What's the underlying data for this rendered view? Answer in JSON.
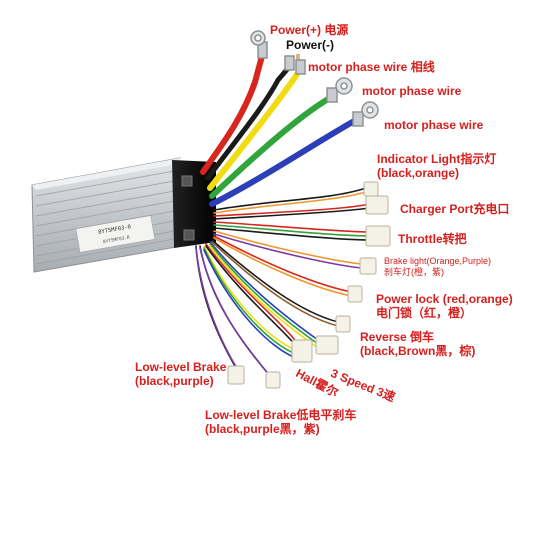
{
  "colors": {
    "label_red": "#d6201e",
    "label_dark": "#111111",
    "wire_red": "#d8261f",
    "wire_black": "#1a1a1a",
    "wire_yellow": "#f1dc13",
    "wire_green": "#2fa53b",
    "wire_blue": "#2d3fb8",
    "controller_body": "#c9ccd0",
    "connector_white": "#f4f1e6"
  },
  "controller": {
    "label_text": "8YT5MF03-0",
    "label_text_2": "8YT5MF03-R"
  },
  "labels": {
    "power_plus": "Power(+) 电源",
    "power_minus": "Power(-)",
    "motor_phase_1": "motor phase wire 相线",
    "motor_phase_2": "motor phase wire",
    "motor_phase_3": "motor phase wire",
    "indicator_line1": "Indicator Light指示灯",
    "indicator_line2": "(black,orange)",
    "charger_port": "Charger Port充电口",
    "throttle": "Throttle转把",
    "brake_light_line1": "Brake light(Orange,Purple)",
    "brake_light_line2": "刹车灯(橙，紫)",
    "power_lock_line1": "Power lock (red,orange)",
    "power_lock_line2": "电门锁（红，橙）",
    "reverse_line1": "Reverse 倒车",
    "reverse_line2": "(black,Brown黑，棕)",
    "speed3": "3 Speed 3速",
    "hall": "Hall霍尔",
    "low_brake_left_line1": "Low-level Brake",
    "low_brake_left_line2": "(black,purple)",
    "low_brake_bottom_line1": "Low-level Brake低电平刹车",
    "low_brake_bottom_line2": "(black,purple黑，紫)"
  }
}
